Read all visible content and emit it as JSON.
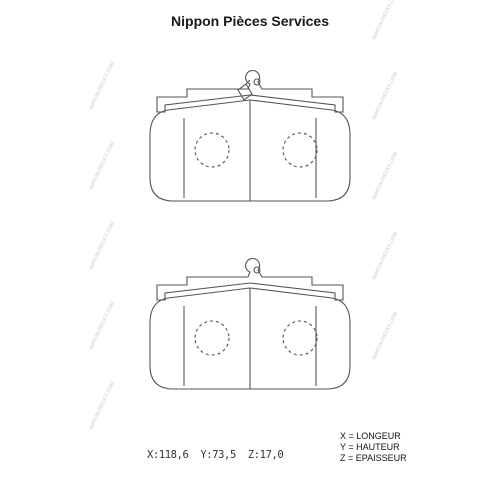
{
  "brand": {
    "title": "Nippon Pièces Services"
  },
  "watermark": {
    "text": "NIPPON-PIECES.COM"
  },
  "dimensions": {
    "x": "X:118,6",
    "y": "Y:73,5",
    "z": "Z:17,0"
  },
  "legend": {
    "x": "X = LONGEUR",
    "y": "Y = HAUTEUR",
    "z": "Z = EPAISSEUR"
  },
  "colors": {
    "line": "#555555",
    "text": "#1a1a1a",
    "watermark": "#c8c8c8"
  }
}
